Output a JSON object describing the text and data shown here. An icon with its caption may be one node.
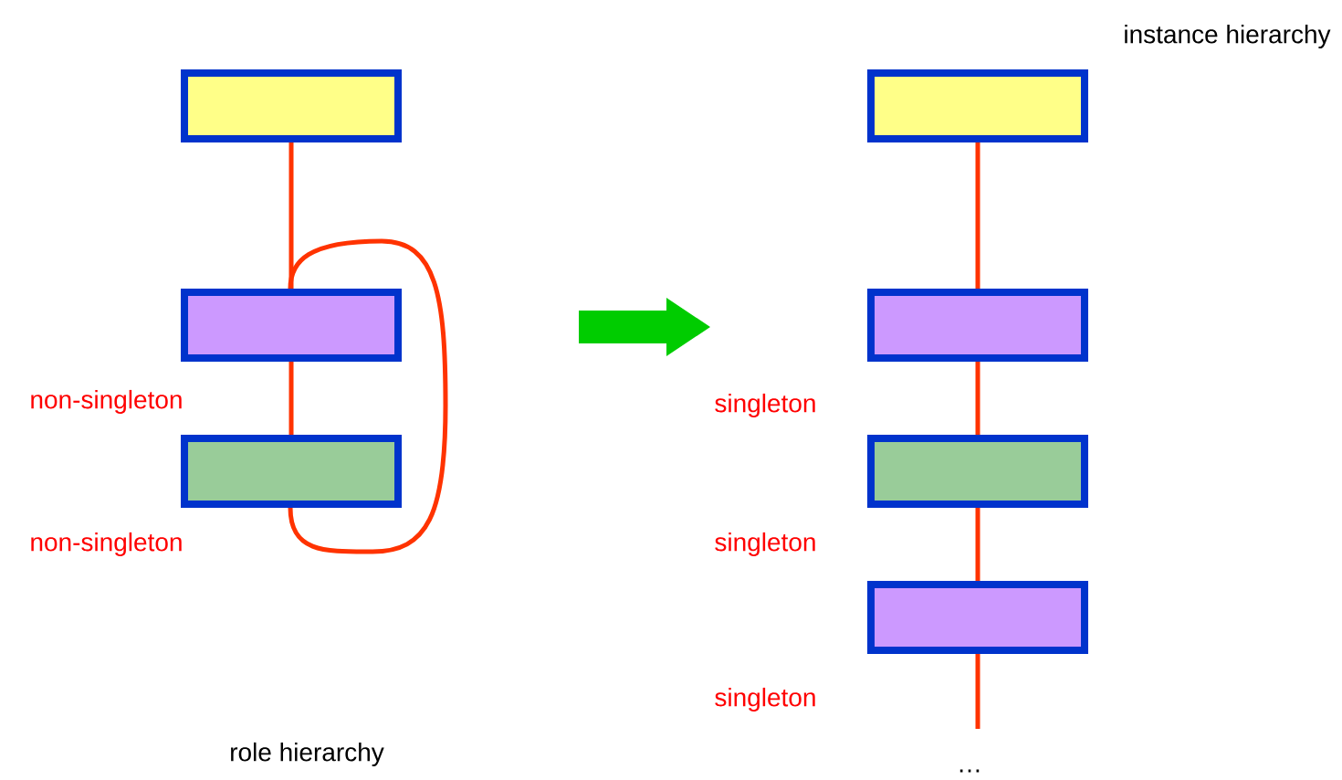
{
  "diagram": {
    "nodes": [
      {
        "text": [],
        "shape": "box"
      },
      {
        "text": [],
        "shape": "box"
      },
      {
        "text": [],
        "shape": "box"
      },
      {
        "text": [],
        "shape": "box"
      },
      {
        "text": [],
        "shape": "box"
      },
      {
        "text": [],
        "shape": "box"
      },
      {
        "text": [],
        "shape": "box"
      }
    ],
    "edges": [
      {
        "from": 0,
        "to": 1,
        "arrow": "none"
      },
      {
        "from": 1,
        "to": 2,
        "arrow": "none"
      },
      {
        "from": 2,
        "to": 1,
        "arrow": "none"
      },
      {
        "from": 3,
        "to": 4,
        "arrow": "none"
      },
      {
        "from": 4,
        "to": 5,
        "arrow": "none"
      },
      {
        "from": 5,
        "to": 6,
        "arrow": "none"
      },
      {
        "from": 6,
        "to": null,
        "arrow": "none"
      }
    ],
    "labels": [
      "instance hierarchy",
      "non-singleton",
      "singleton",
      "non-singleton",
      "singleton",
      "singleton",
      "role hierarchy",
      "…"
    ]
  }
}
